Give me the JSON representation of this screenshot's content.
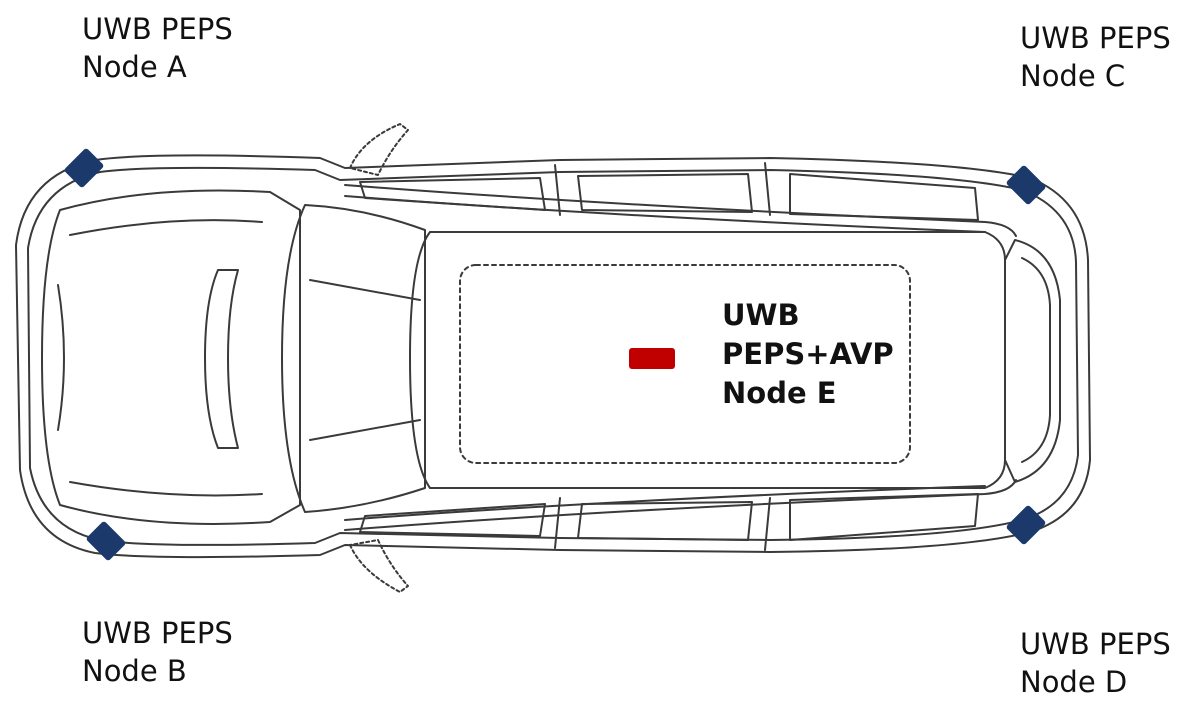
{
  "nodes": [
    {
      "id": "a",
      "line1": "UWB PEPS",
      "line2": "Node A"
    },
    {
      "id": "b",
      "line1": "UWB PEPS",
      "line2": "Node B"
    },
    {
      "id": "c",
      "line1": "UWB PEPS",
      "line2": "Node C"
    },
    {
      "id": "d",
      "line1": "UWB PEPS",
      "line2": "Node D"
    }
  ],
  "center_node": {
    "line1": "UWB",
    "line2": "PEPS+AVP",
    "line3": "Node E"
  },
  "colors": {
    "corner_node": "#1b3a6b",
    "center_node": "#c00000",
    "outline": "#3a3a3a"
  }
}
